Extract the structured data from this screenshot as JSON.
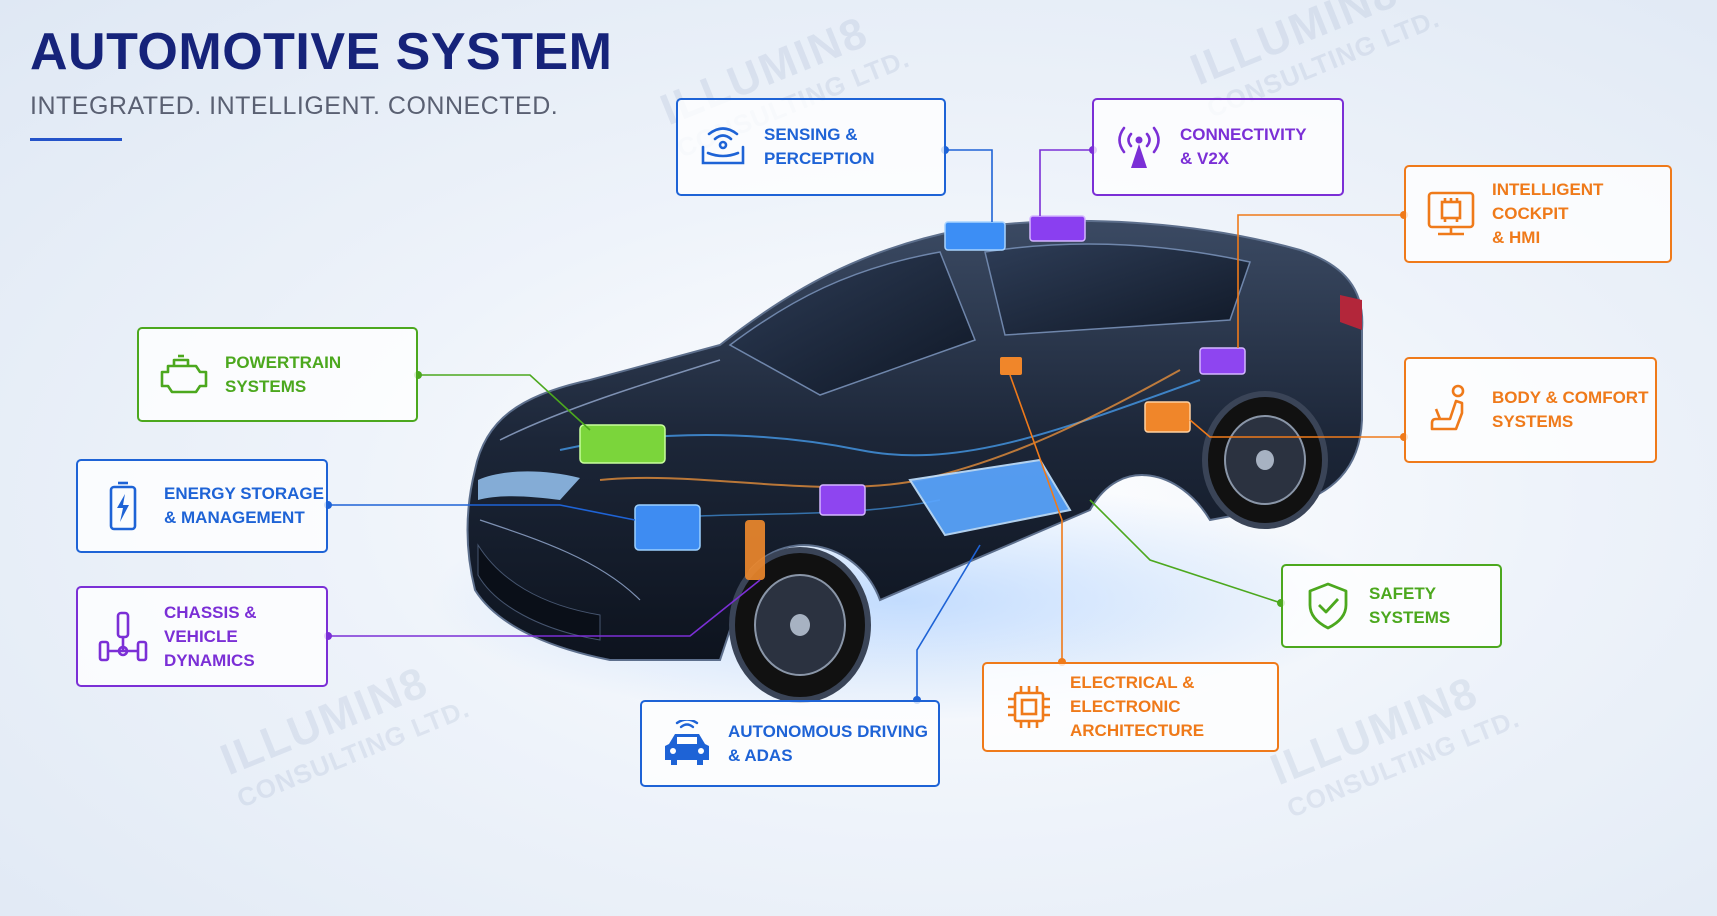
{
  "header": {
    "title": "AUTOMOTIVE SYSTEM",
    "subtitle": "INTEGRATED. INTELLIGENT. CONNECTED."
  },
  "watermark": {
    "line1": "ILLUMIN8",
    "line2": "CONSULTING LTD."
  },
  "colors": {
    "green": "#4ca81e",
    "blue": "#1e63d6",
    "purple": "#7b2fd6",
    "orange": "#ef7a1a",
    "navy": "#16237a"
  },
  "systems": [
    {
      "id": "sensing",
      "line1": "SENSING &",
      "line2": "PERCEPTION",
      "color": "blue",
      "icon": "sensor-icon"
    },
    {
      "id": "connectivity",
      "line1": "CONNECTIVITY",
      "line2": "& V2X",
      "color": "purple",
      "icon": "antenna-icon"
    },
    {
      "id": "cockpit",
      "line1": "INTELLIGENT COCKPIT",
      "line2": "& HMI",
      "color": "orange",
      "icon": "display-chip-icon"
    },
    {
      "id": "powertrain",
      "line1": "POWERTRAIN SYSTEMS",
      "line2": "",
      "color": "green",
      "icon": "engine-icon"
    },
    {
      "id": "energy",
      "line1": "ENERGY STORAGE",
      "line2": "& MANAGEMENT",
      "color": "blue",
      "icon": "battery-icon"
    },
    {
      "id": "body",
      "line1": "BODY & COMFORT",
      "line2": "SYSTEMS",
      "color": "orange",
      "icon": "seat-icon"
    },
    {
      "id": "chassis",
      "line1": "CHASSIS & VEHICLE",
      "line2": "DYNAMICS",
      "color": "purple",
      "icon": "axle-icon"
    },
    {
      "id": "safety",
      "line1": "SAFETY SYSTEMS",
      "line2": "",
      "color": "green",
      "icon": "shield-check-icon"
    },
    {
      "id": "electrical",
      "line1": "ELECTRICAL & ELECTRONIC",
      "line2": "ARCHITECTURE",
      "color": "orange",
      "icon": "chip-icon"
    },
    {
      "id": "autonomous",
      "line1": "AUTONOMOUS DRIVING",
      "line2": "& ADAS",
      "color": "blue",
      "icon": "car-front-icon"
    }
  ]
}
